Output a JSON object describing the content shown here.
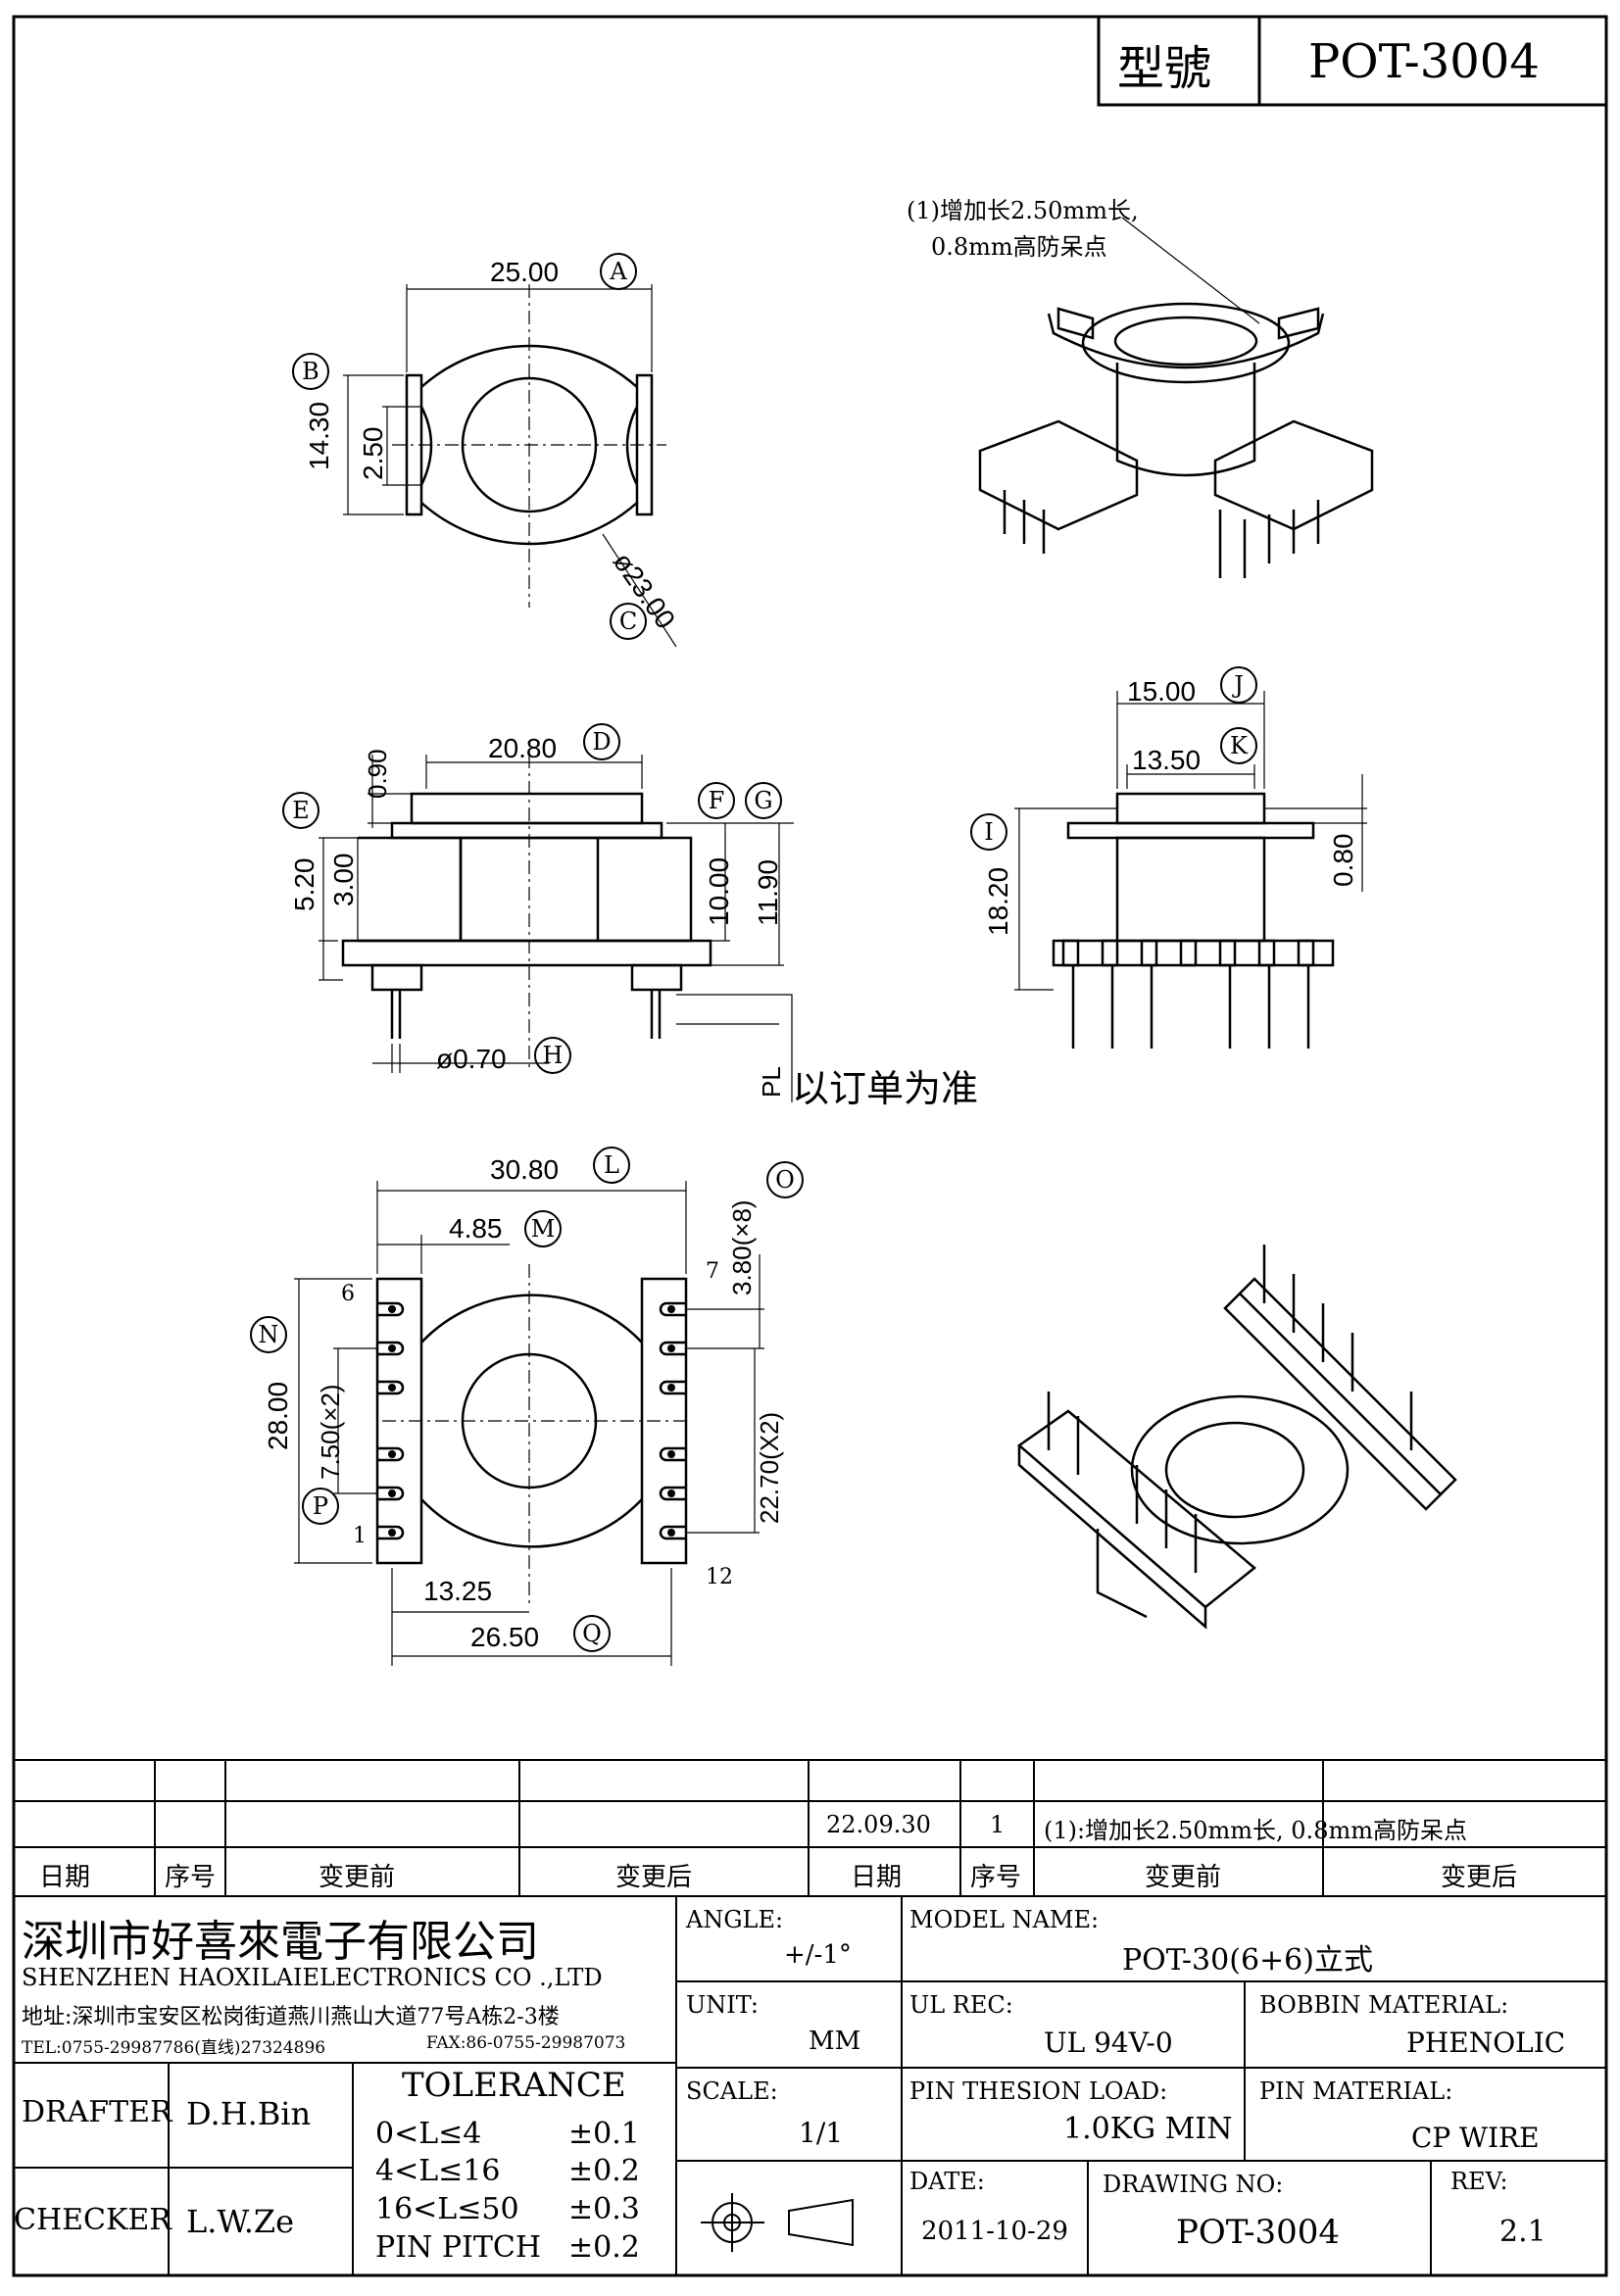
{
  "title_block": {
    "model_label": "型號",
    "model_value": "POT-3004"
  },
  "note": {
    "line1": "(1)增加长2.50mm长,",
    "line2": "0.8mm高防呆点"
  },
  "dims": {
    "a": "25.00",
    "a_tag": "A",
    "b_outer": "14.30",
    "b_inner": "2.50",
    "b_tag": "B",
    "c": "ø23.00",
    "c_tag": "C",
    "d": "20.80",
    "d_tag": "D",
    "top_09": "0.90",
    "e_outer": "5.20",
    "e_inner": "3.00",
    "e_tag": "E",
    "f_tag": "F",
    "g_tag": "G",
    "f": "10.00",
    "g": "11.90",
    "h": "ø0.70",
    "h_tag": "H",
    "pl": "PL",
    "pl_note": "以订单为准",
    "j": "15.00",
    "j_tag": "J",
    "k": "13.50",
    "k_tag": "K",
    "i": "18.20",
    "i_tag": "I",
    "side_080": "0.80",
    "l": "30.80",
    "l_tag": "L",
    "m": "4.85",
    "m_tag": "M",
    "o": "3.80(×8)",
    "o_tag": "O",
    "n": "28.00",
    "n_tag": "N",
    "p": "7.50(×2)",
    "p_tag": "P",
    "x270": "22.70(X2)",
    "q_small": "13.25",
    "q": "26.50",
    "q_tag": "Q",
    "pin6": "6",
    "pin7": "7",
    "pin1": "1",
    "pin12": "12"
  },
  "revision": {
    "row2": {
      "date": "22.09.30",
      "num": "1",
      "desc": "(1):增加长2.50mm长, 0.8mm高防呆点"
    },
    "headers": [
      "日期",
      "序号",
      "变更前",
      "变更后",
      "日期",
      "序号",
      "变更前",
      "变更后"
    ]
  },
  "company": {
    "name_cn": "深圳市好喜來電子有限公司",
    "name_en": "SHENZHEN HAOXILAIELECTRONICS CO .,LTD",
    "address": "地址:深圳市宝安区松岗街道燕川燕山大道77号A栋2-3楼",
    "tel": "TEL:0755-29987786(直线)27324896",
    "fax": "FAX:86-0755-29987073"
  },
  "info": {
    "angle_label": "ANGLE:",
    "angle_value": "+/-1°",
    "model_name_label": "MODEL NAME:",
    "model_name_value": "POT-30(6+6)立式",
    "unit_label": "UNIT:",
    "unit_value": "MM",
    "ul_label": "UL REC:",
    "ul_value": "UL 94V-0",
    "bobbin_label": "BOBBIN MATERIAL:",
    "bobbin_value": "PHENOLIC",
    "scale_label": "SCALE:",
    "scale_value": "1/1",
    "pin_load_label": "PIN THESION LOAD:",
    "pin_load_value": "1.0KG MIN",
    "pin_mat_label": "PIN MATERIAL:",
    "pin_mat_value": "CP  WIRE",
    "date_label": "DATE:",
    "date_value": "2011-10-29",
    "drawing_no_label": "DRAWING NO:",
    "drawing_no_value": "POT-3004",
    "rev_label": "REV:",
    "rev_value": "2.1"
  },
  "people": {
    "drafter_label": "DRAFTER",
    "drafter_value": "D.H.Bin",
    "checker_label": "CHECKER",
    "checker_value": "L.W.Ze"
  },
  "tolerance": {
    "title": "TOLERANCE",
    "rows": [
      {
        "range": "0<L≤4",
        "tol": "±0.1"
      },
      {
        "range": "4<L≤16",
        "tol": "±0.2"
      },
      {
        "range": "16<L≤50",
        "tol": "±0.3"
      },
      {
        "range": "PIN PITCH",
        "tol": "±0.2"
      }
    ]
  }
}
